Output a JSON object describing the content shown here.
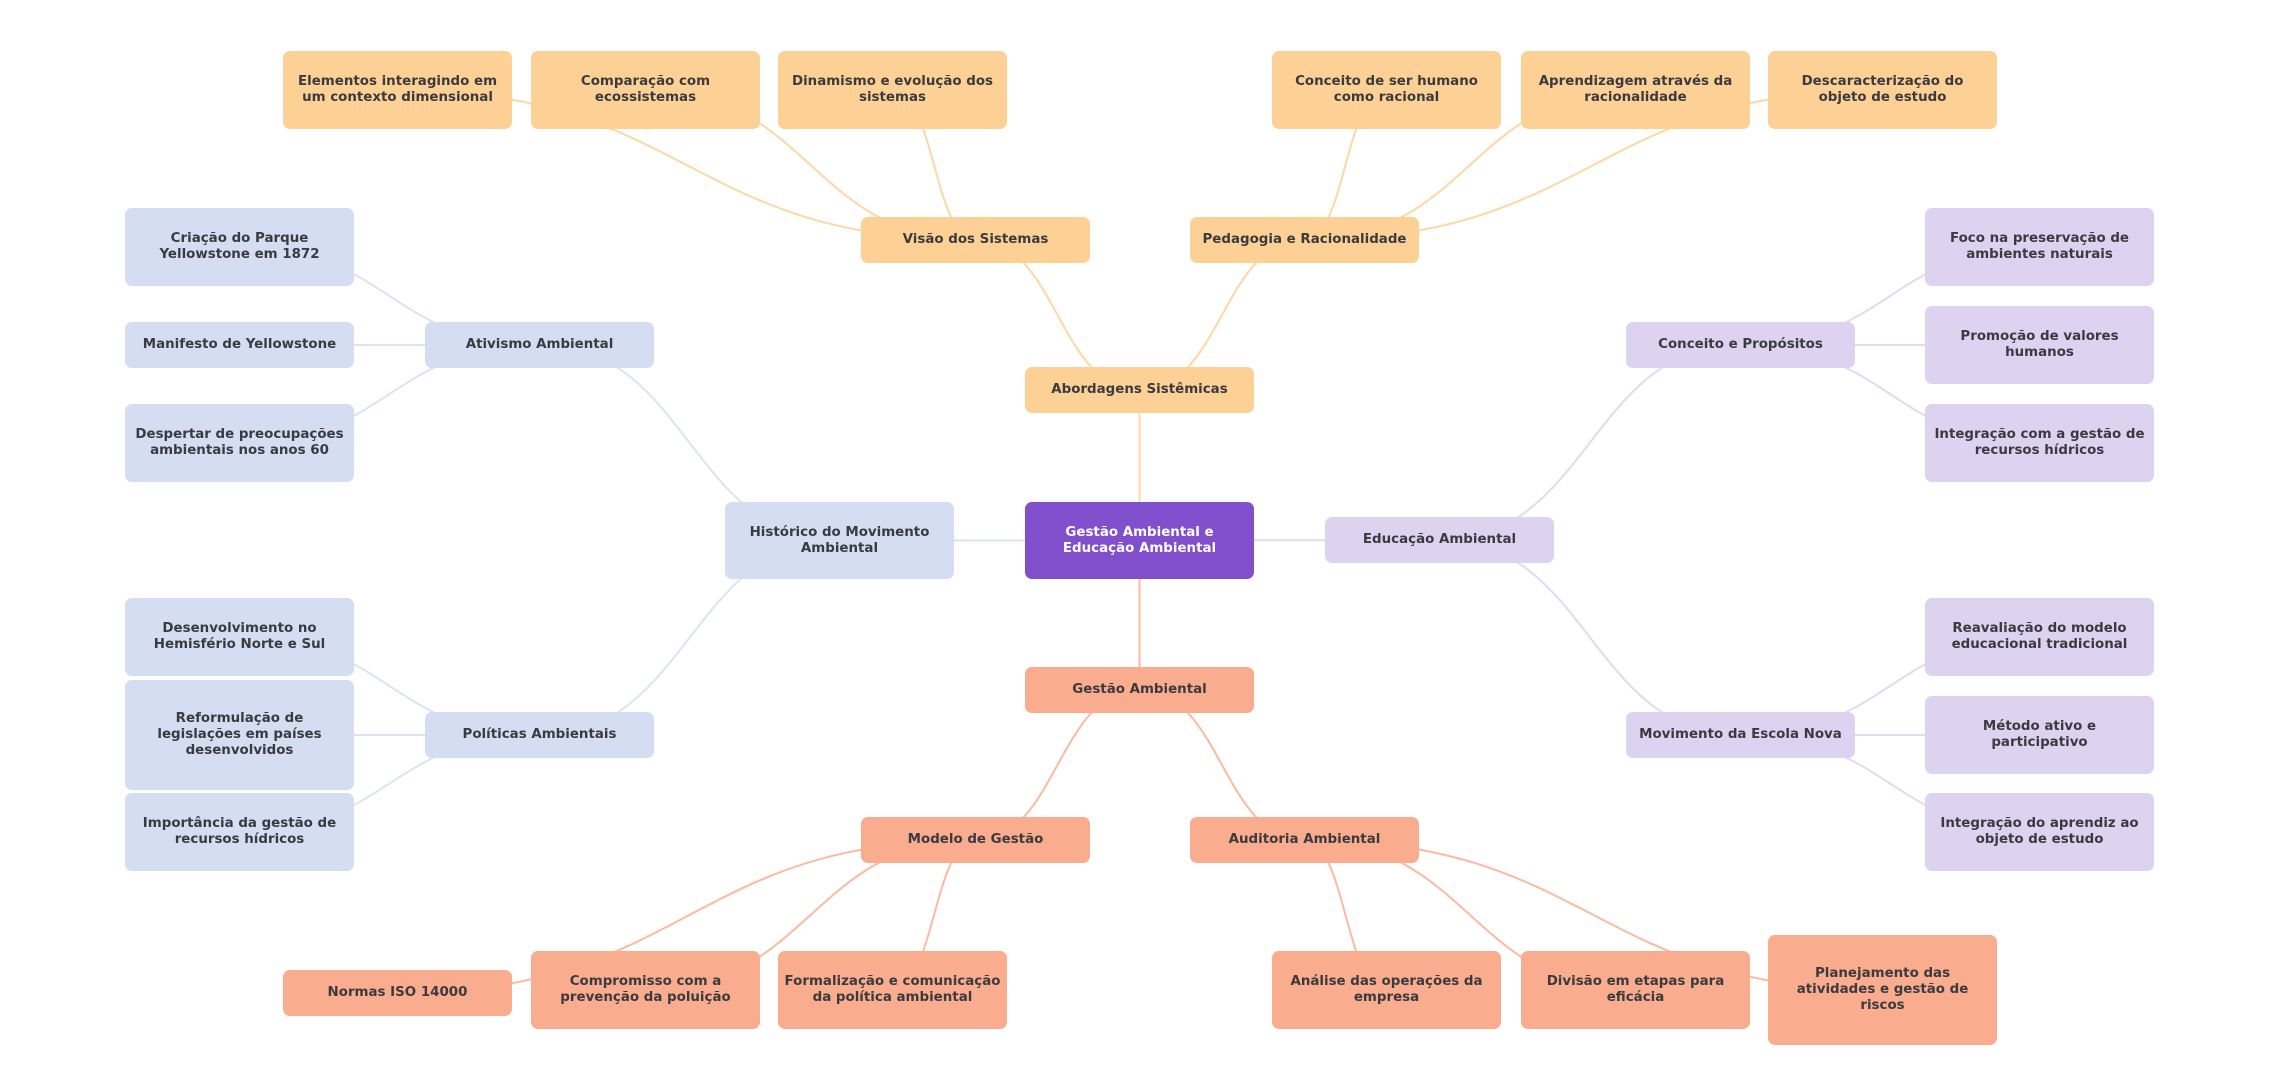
{
  "mindmap": {
    "title": "Gestão Ambiental e Educação Ambiental",
    "branch_colors": {
      "root": "#7F4FCC",
      "orange": "#FDD196",
      "blue": "#D5DDF2",
      "purple": "#DDD3F0",
      "salmon": "#F9AC8E"
    },
    "edge_colors": {
      "orange": "#FDD8A6",
      "blue": "#DCE3F5",
      "purple": "#E2DAF3",
      "salmon": "#FABBA2"
    },
    "nodes": {
      "root": {
        "label": "Gestão Ambiental e\nEducação Ambiental",
        "parent": null,
        "branch": "root"
      },
      "abordagens": {
        "label": "Abordagens Sistêmicas",
        "parent": "root",
        "branch": "orange"
      },
      "visao": {
        "label": "Visão dos Sistemas",
        "parent": "abordagens",
        "branch": "orange"
      },
      "pedagogia": {
        "label": "Pedagogia e Racionalidade",
        "parent": "abordagens",
        "branch": "orange"
      },
      "elementos": {
        "label": "Elementos interagindo em\num contexto dimensional",
        "parent": "visao",
        "branch": "orange"
      },
      "comparacao": {
        "label": "Comparação com\necossistemas",
        "parent": "visao",
        "branch": "orange"
      },
      "dinamismo": {
        "label": "Dinamismo e evolução dos\nsistemas",
        "parent": "visao",
        "branch": "orange"
      },
      "conceito_humano": {
        "label": "Conceito de ser humano\ncomo racional",
        "parent": "pedagogia",
        "branch": "orange"
      },
      "aprendizagem": {
        "label": "Aprendizagem através da\nracionalidade",
        "parent": "pedagogia",
        "branch": "orange"
      },
      "descaracterizacao": {
        "label": "Descaracterização do\nobjeto de estudo",
        "parent": "pedagogia",
        "branch": "orange"
      },
      "historico": {
        "label": "Histórico do Movimento\nAmbiental",
        "parent": "root",
        "branch": "blue"
      },
      "ativismo": {
        "label": "Ativismo Ambiental",
        "parent": "historico",
        "branch": "blue"
      },
      "politicas": {
        "label": "Políticas Ambientais",
        "parent": "historico",
        "branch": "blue"
      },
      "criacao": {
        "label": "Criação do Parque\nYellowstone em 1872",
        "parent": "ativismo",
        "branch": "blue"
      },
      "manifesto": {
        "label": "Manifesto de Yellowstone",
        "parent": "ativismo",
        "branch": "blue"
      },
      "despertar": {
        "label": "Despertar de preocupações\nambientais nos anos 60",
        "parent": "ativismo",
        "branch": "blue"
      },
      "desenvolvimento": {
        "label": "Desenvolvimento no\nHemisfério Norte e Sul",
        "parent": "politicas",
        "branch": "blue"
      },
      "reformulacao": {
        "label": "Reformulação de\nlegislações em países\ndesenvolvidos",
        "parent": "politicas",
        "branch": "blue"
      },
      "importancia": {
        "label": "Importância da gestão de\nrecursos hídricos",
        "parent": "politicas",
        "branch": "blue"
      },
      "educacao": {
        "label": "Educação Ambiental",
        "parent": "root",
        "branch": "purple"
      },
      "conceito_propositos": {
        "label": "Conceito e Propósitos",
        "parent": "educacao",
        "branch": "purple"
      },
      "movimento": {
        "label": "Movimento da Escola Nova",
        "parent": "educacao",
        "branch": "purple"
      },
      "foco": {
        "label": "Foco na preservação de\nambientes naturais",
        "parent": "conceito_propositos",
        "branch": "purple"
      },
      "promocao": {
        "label": "Promoção de valores\nhumanos",
        "parent": "conceito_propositos",
        "branch": "purple"
      },
      "integracao_gestao": {
        "label": "Integração com a gestão de\nrecursos hídricos",
        "parent": "conceito_propositos",
        "branch": "purple"
      },
      "reavaliacao": {
        "label": "Reavaliação do modelo\neducacional tradicional",
        "parent": "movimento",
        "branch": "purple"
      },
      "metodo": {
        "label": "Método ativo e\nparticipativo",
        "parent": "movimento",
        "branch": "purple"
      },
      "integracao_aprendiz": {
        "label": "Integração do aprendiz ao\nobjeto de estudo",
        "parent": "movimento",
        "branch": "purple"
      },
      "gestao": {
        "label": "Gestão Ambiental",
        "parent": "root",
        "branch": "salmon"
      },
      "modelo": {
        "label": "Modelo de Gestão",
        "parent": "gestao",
        "branch": "salmon"
      },
      "auditoria": {
        "label": "Auditoria Ambiental",
        "parent": "gestao",
        "branch": "salmon"
      },
      "normas": {
        "label": "Normas ISO 14000",
        "parent": "modelo",
        "branch": "salmon"
      },
      "compromisso": {
        "label": "Compromisso com a\nprevenção da poluição",
        "parent": "modelo",
        "branch": "salmon"
      },
      "formalizacao": {
        "label": "Formalização e comunicação\nda política ambiental",
        "parent": "modelo",
        "branch": "salmon"
      },
      "analise": {
        "label": "Análise das operações da\nempresa",
        "parent": "auditoria",
        "branch": "salmon"
      },
      "divisao": {
        "label": "Divisão em etapas para\neficácia",
        "parent": "auditoria",
        "branch": "salmon"
      },
      "planejamento": {
        "label": "Planejamento das\natividades e gestão de\nriscos",
        "parent": "auditoria",
        "branch": "salmon"
      }
    }
  }
}
